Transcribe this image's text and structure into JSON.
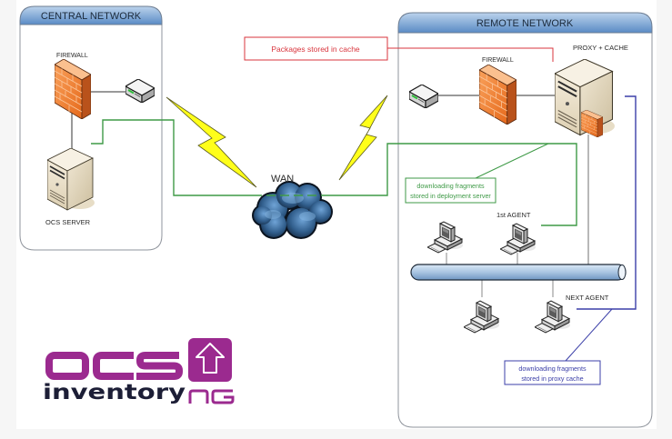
{
  "diagram": {
    "central_network": {
      "title": "CENTRAL NETWORK",
      "firewall_label": "FIREWALL",
      "server_label": "OCS SERVER"
    },
    "wan": {
      "label": "WAN",
      "color": "#e0383e"
    },
    "remote_network": {
      "title": "REMOTE NETWORK",
      "firewall_label": "FIREWALL",
      "proxy_label": "PROXY + CACHE",
      "first_agent_label": "1st AGENT",
      "next_agent_label": "NEXT AGENT"
    },
    "callouts": {
      "cache": {
        "text": "Packages stored in cache",
        "color": "#d9363e"
      },
      "deployment_server": {
        "line1": "downloading fragments",
        "line2": "stored in deployment server",
        "color": "#3f9a47"
      },
      "proxy_cache": {
        "line1": "downloading fragments",
        "line2": "stored in proxy cache",
        "color": "#3b3fa8"
      }
    },
    "icons": [
      "firewall-icon",
      "router-icon",
      "server-icon",
      "proxy-server-icon",
      "workstation-icon",
      "lightning-icon",
      "cloud-icon",
      "network-bus-icon"
    ]
  },
  "logo": {
    "brand": "OCS",
    "product": "inventory",
    "edition": "NG",
    "icon": "upload-arrow-icon",
    "primary_color": "#9b2a8f",
    "text_color": "#1c1e36"
  }
}
